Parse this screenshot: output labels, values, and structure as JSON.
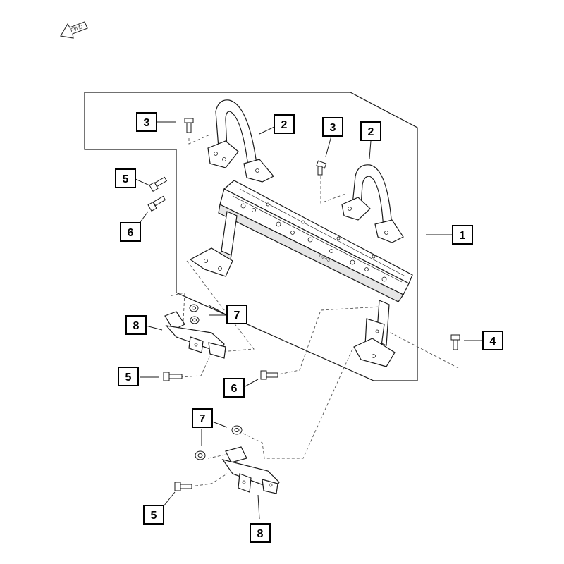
{
  "orientation": {
    "label": "FWD",
    "icon": "forward-arrow-icon"
  },
  "part_stamp": "N243",
  "callouts": [
    {
      "id": "c1",
      "number": "1"
    },
    {
      "id": "c2a",
      "number": "2"
    },
    {
      "id": "c2b",
      "number": "2"
    },
    {
      "id": "c3a",
      "number": "3"
    },
    {
      "id": "c3b",
      "number": "3"
    },
    {
      "id": "c4",
      "number": "4"
    },
    {
      "id": "c5a",
      "number": "5"
    },
    {
      "id": "c5b",
      "number": "5"
    },
    {
      "id": "c5c",
      "number": "5"
    },
    {
      "id": "c6a",
      "number": "6"
    },
    {
      "id": "c6b",
      "number": "6"
    },
    {
      "id": "c7a",
      "number": "7"
    },
    {
      "id": "c7b",
      "number": "7"
    },
    {
      "id": "c8a",
      "number": "8"
    },
    {
      "id": "c8b",
      "number": "8"
    }
  ],
  "colors": {
    "line": "#1a1a1a",
    "part_fill": "#ffffff",
    "shade": "#cfcfcf"
  }
}
